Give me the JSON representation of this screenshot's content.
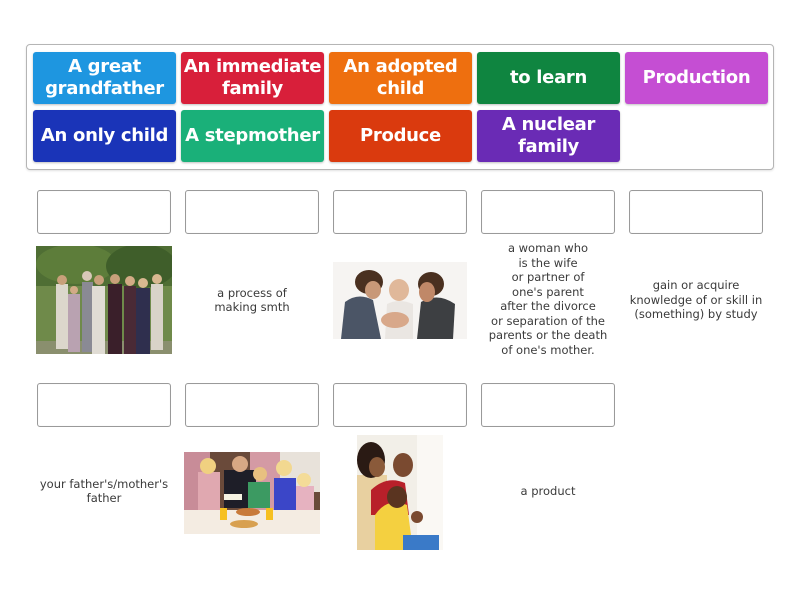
{
  "activity": {
    "type": "match-up",
    "tiles": [
      {
        "label": "A great grandfather",
        "color": "#1e96e0"
      },
      {
        "label": "An immediate family",
        "color": "#d81f3a"
      },
      {
        "label": "An adopted child",
        "color": "#ee6f0f"
      },
      {
        "label": "to learn",
        "color": "#0f8540"
      },
      {
        "label": "Production",
        "color": "#c54ed3"
      },
      {
        "label": "An only child",
        "color": "#1a34b8"
      },
      {
        "label": "A stepmother",
        "color": "#1ab079"
      },
      {
        "label": "Produce",
        "color": "#da3a0e"
      },
      {
        "label": "A nuclear family",
        "color": "#6a2bb5"
      }
    ],
    "clues": [
      {
        "kind": "image",
        "image": "large-family-outdoors-photo"
      },
      {
        "kind": "text",
        "text": "a process of making smth"
      },
      {
        "kind": "image",
        "image": "parents-kissing-baby-photo"
      },
      {
        "kind": "text",
        "text": "a woman who is the wife or partner of one's parent after the divorce or separation of the parents or the death of one's mother."
      },
      {
        "kind": "text",
        "text": "gain or acquire knowledge of or skill in (something) by study"
      },
      {
        "kind": "text",
        "text": "your father's/mother's father"
      },
      {
        "kind": "image",
        "image": "family-dinner-table-photo"
      },
      {
        "kind": "image",
        "image": "family-praying-photo"
      },
      {
        "kind": "text",
        "text": "a product"
      }
    ],
    "stepmother_lines": [
      "a woman who",
      "is the wife",
      "or partner of",
      "one's parent",
      "after the divorce",
      "or separation of the",
      "parents or the death",
      "of one's mother."
    ],
    "learn_lines": [
      "gain or acquire",
      "knowledge of or skill in",
      "(something) by study"
    ],
    "process_lines": [
      "a process of",
      "making smth"
    ],
    "grandfather_lines": [
      "your father's/mother's",
      "father"
    ]
  }
}
